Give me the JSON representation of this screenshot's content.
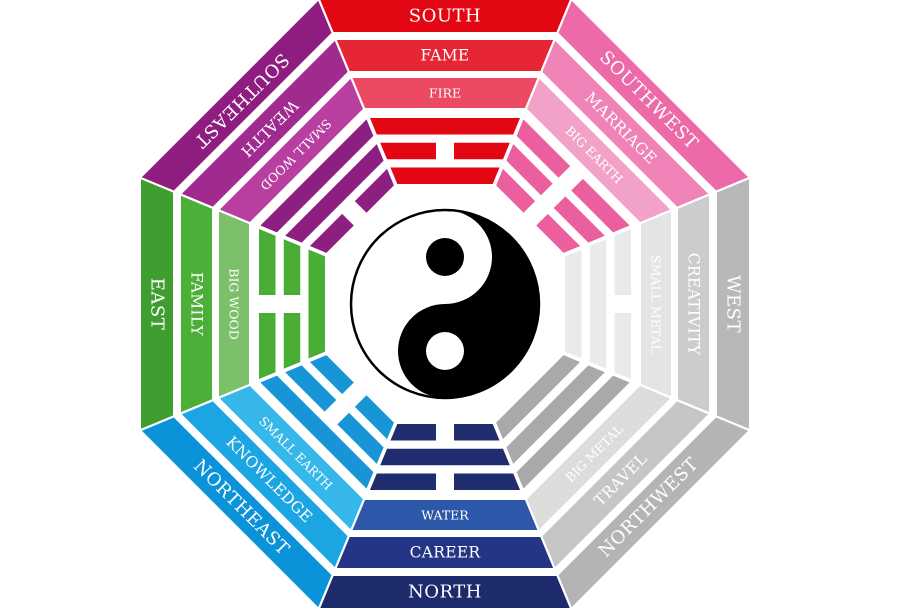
{
  "sectors": [
    {
      "id": "south",
      "direction": "SOUTH",
      "aspiration": "FAME",
      "element": "FIRE",
      "colors": [
        "#e30613",
        "#e62535",
        "#ec4a63"
      ],
      "trigram_color": "#e30613",
      "trigram": [
        1,
        0,
        1
      ]
    },
    {
      "id": "southwest",
      "direction": "SOUTHWEST",
      "aspiration": "MARRIAGE",
      "element": "BIG EARTH",
      "colors": [
        "#ec6aa7",
        "#ef82b6",
        "#f2a2c9"
      ],
      "trigram_color": "#ec5f9f",
      "trigram": [
        0,
        0,
        0
      ]
    },
    {
      "id": "west",
      "direction": "WEST",
      "aspiration": "CREATIVITY",
      "element": "SMALL METAL",
      "colors": [
        "#b8b8b8",
        "#cccccc",
        "#e4e4e4"
      ],
      "trigram_color": "#e8eaec",
      "trigram": [
        0,
        1,
        1
      ]
    },
    {
      "id": "northwest",
      "direction": "NORTHWEST",
      "aspiration": "TRAVEL",
      "element": "BIG METAL",
      "colors": [
        "#b4b4b4",
        "#c6c6c6",
        "#dcdcdc"
      ],
      "trigram_color": "#a9a9a9",
      "trigram": [
        1,
        1,
        1
      ]
    },
    {
      "id": "north",
      "direction": "NORTH",
      "aspiration": "CAREER",
      "element": "WATER",
      "colors": [
        "#1d2a6b",
        "#233584",
        "#2d57a8"
      ],
      "trigram_color": "#1f2d6e",
      "trigram": [
        0,
        1,
        0
      ]
    },
    {
      "id": "northeast",
      "direction": "NORTHEAST",
      "aspiration": "KNOWLEDGE",
      "element": "SMALL EARTH",
      "colors": [
        "#0b93d9",
        "#1ba6e3",
        "#35b7ea"
      ],
      "trigram_color": "#1895d7",
      "trigram": [
        1,
        0,
        0
      ]
    },
    {
      "id": "east",
      "direction": "EAST",
      "aspiration": "FAMILY",
      "element": "BIG WOOD",
      "colors": [
        "#3f9e2f",
        "#4caf38",
        "#7cc06a"
      ],
      "trigram_color": "#4aad35",
      "trigram": [
        0,
        0,
        1
      ]
    },
    {
      "id": "southeast",
      "direction": "SOUTHEAST",
      "aspiration": "WEALTH",
      "element": "SMALL WOOD",
      "colors": [
        "#8e1d7f",
        "#a02a8e",
        "#b83fa0"
      ],
      "trigram_color": "#8c1f80",
      "trigram": [
        1,
        1,
        0
      ]
    }
  ],
  "yin_yang": {
    "light": "#ffffff",
    "dark": "#000000"
  }
}
